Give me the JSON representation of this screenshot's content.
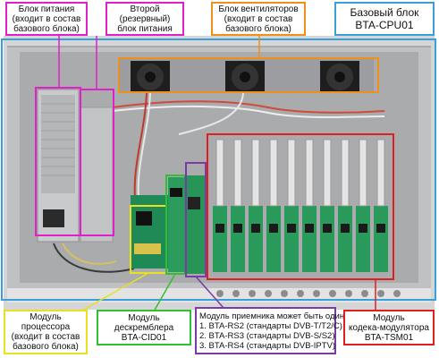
{
  "labels": {
    "power_supply": {
      "lines": [
        "Блок питания",
        "(входит в состав",
        "базового блока)"
      ],
      "color": "#e020c8"
    },
    "second_power": {
      "lines": [
        "Второй",
        "(резервный)",
        "блок питания"
      ],
      "color": "#e020c8"
    },
    "fan_block": {
      "lines": [
        "Блок вентиляторов",
        "(входит в состав",
        "базового блока)"
      ],
      "color": "#f0901a"
    },
    "base_block": {
      "lines": [
        "Базовый блок",
        "BTA-CPU01"
      ],
      "color": "#3aa0dc"
    },
    "processor": {
      "lines": [
        "Модуль",
        "процессора",
        "(входит в состав",
        "базового блока)"
      ],
      "color": "#e8e020"
    },
    "descrambler": {
      "lines": [
        "Модуль",
        "дескремблера",
        "BTA-CID01"
      ],
      "color": "#30c030"
    },
    "receiver": {
      "lines": [
        "Модуль приемника может быть один из:",
        "1. BTA-RS2 (стандарты DVB-T/T2/C)",
        "2. BTA-RS3 (стандарты DVB-S/S2)",
        "3. BTA-RS4 (стандарты DVB-IPTV)"
      ],
      "color": "#7a3aa8"
    },
    "modulator": {
      "lines": [
        "Модуль",
        "кодека-модулятора",
        "BTA-TSM01"
      ],
      "color": "#e02020"
    }
  }
}
